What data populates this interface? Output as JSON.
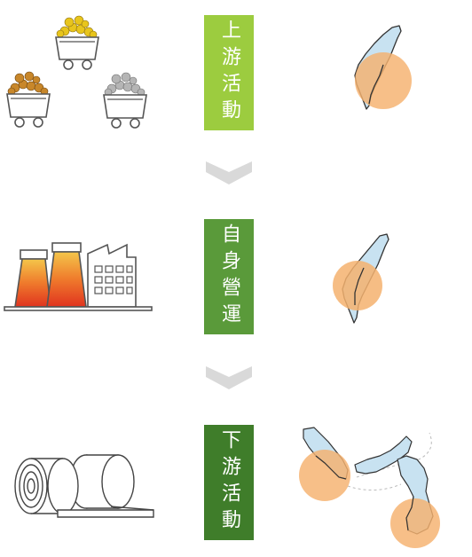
{
  "stages": [
    {
      "label": "上游活動",
      "color": "#9ccc3f",
      "icon": "ore-carts-icon",
      "region": "taiwan-map-upstream"
    },
    {
      "label": "自身營運",
      "color": "#5a9a3a",
      "icon": "factory-icon",
      "region": "taiwan-map-operations"
    },
    {
      "label": "下游活動",
      "color": "#3f7d2a",
      "icon": "steel-coil-icon",
      "region": "southeast-asia-map"
    }
  ],
  "colors": {
    "highlight": "#f5b16e",
    "water": "#c8e2f1",
    "chevron": "#d9d9d9",
    "ore_gold": "#e8c51c",
    "ore_bronze": "#c8872a",
    "ore_silver": "#b5b5b5"
  }
}
